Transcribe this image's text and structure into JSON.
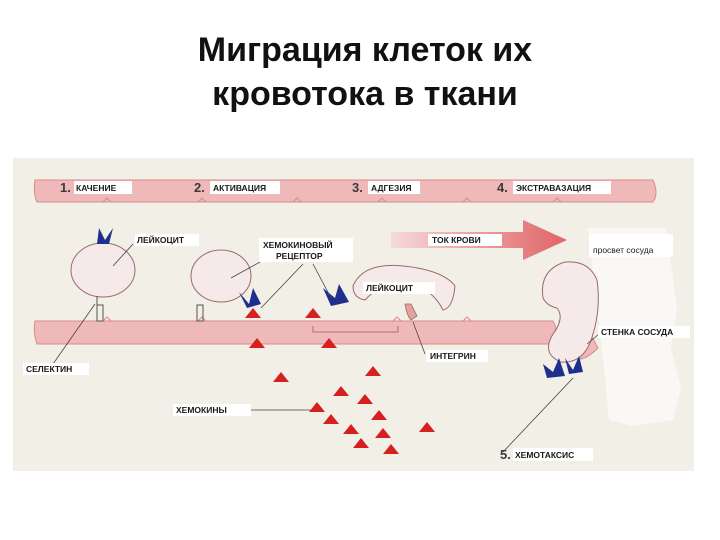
{
  "title": {
    "line1": "Миграция клеток их",
    "line2": "кровотока  в ткани"
  },
  "steps": [
    {
      "num": "1.",
      "label": "КАЧЕНИЕ"
    },
    {
      "num": "2.",
      "label": "АКТИВАЦИЯ"
    },
    {
      "num": "3.",
      "label": "АДГЕЗИЯ"
    },
    {
      "num": "4.",
      "label": "ЭКСТРАВАЗАЦИЯ"
    },
    {
      "num": "5.",
      "label": "ХЕМОТАКСИС"
    }
  ],
  "labels": {
    "leukocyte_1": "ЛЕЙКОЦИТ",
    "chemokine_receptor_line1": "ХЕМОКИНОВЫЙ",
    "chemokine_receptor_line2": "РЕЦЕПТОР",
    "blood_flow": "ТОК КРОВИ",
    "vessel_lumen": "просвет сосуда",
    "leukocyte_2": "ЛЕЙКОЦИТ",
    "vessel_wall": "СТЕНКА СОСУДА",
    "integrin": "ИНТЕГРИН",
    "selectin": "СЕЛЕКТИН",
    "chemokines": "ХЕМОКИНЫ"
  },
  "colors": {
    "background": "#f2efe6",
    "vessel": "#f0b9b9",
    "vessel_edge": "#d98a8a",
    "cell_fill": "#f6e9ea",
    "cell_edge": "#9a6a6a",
    "receptor": "#1f2f8c",
    "chemokine": "#d61f1f",
    "arrow": "#e46a6a"
  }
}
